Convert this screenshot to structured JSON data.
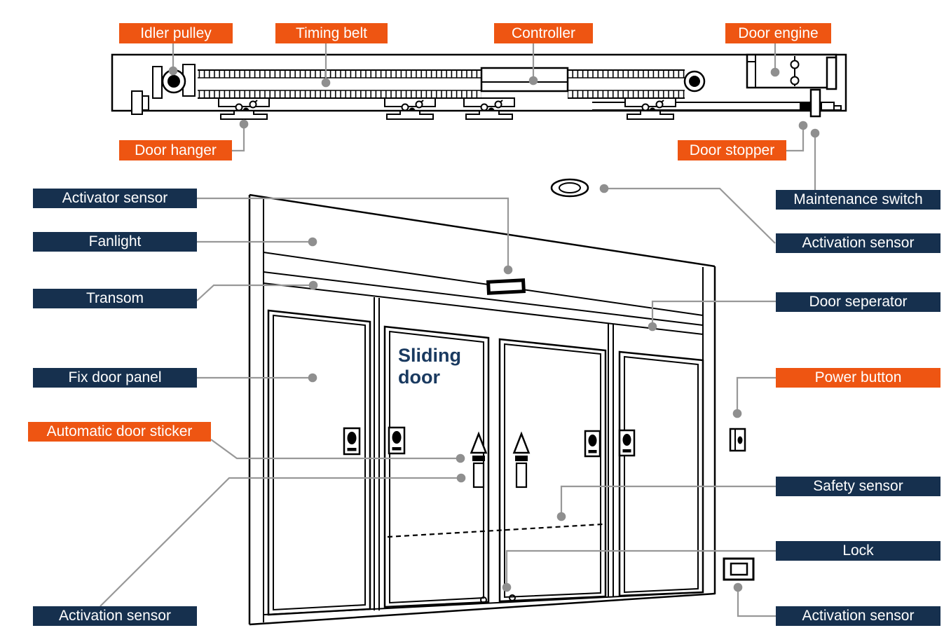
{
  "colors": {
    "accent_orange": "#EE5512",
    "navy": "#16304E",
    "leader_gray": "#989898",
    "line_black": "#000000",
    "door_text_blue": "#1A3A60"
  },
  "labels": {
    "idler_pulley": "Idler pulley",
    "timing_belt": "Timing belt",
    "controller": "Controller",
    "door_engine": "Door engine",
    "door_hanger": "Door hanger",
    "door_stopper": "Door stopper",
    "maintenance_switch": "Maintenance switch",
    "activation_sensor_top_right": "Activation sensor",
    "activator_sensor": "Activator sensor",
    "fanlight": "Fanlight",
    "transom": "Transom",
    "door_seperator": "Door seperator",
    "fix_door_panel": "Fix door panel",
    "power_button": "Power button",
    "automatic_door_sticker": "Automatic door sticker",
    "safety_sensor": "Safety sensor",
    "lock": "Lock",
    "activation_sensor_bottom_left": "Activation sensor",
    "activation_sensor_bottom_right": "Activation sensor"
  },
  "door_sign": {
    "line1": "Sliding",
    "line2": "door"
  }
}
